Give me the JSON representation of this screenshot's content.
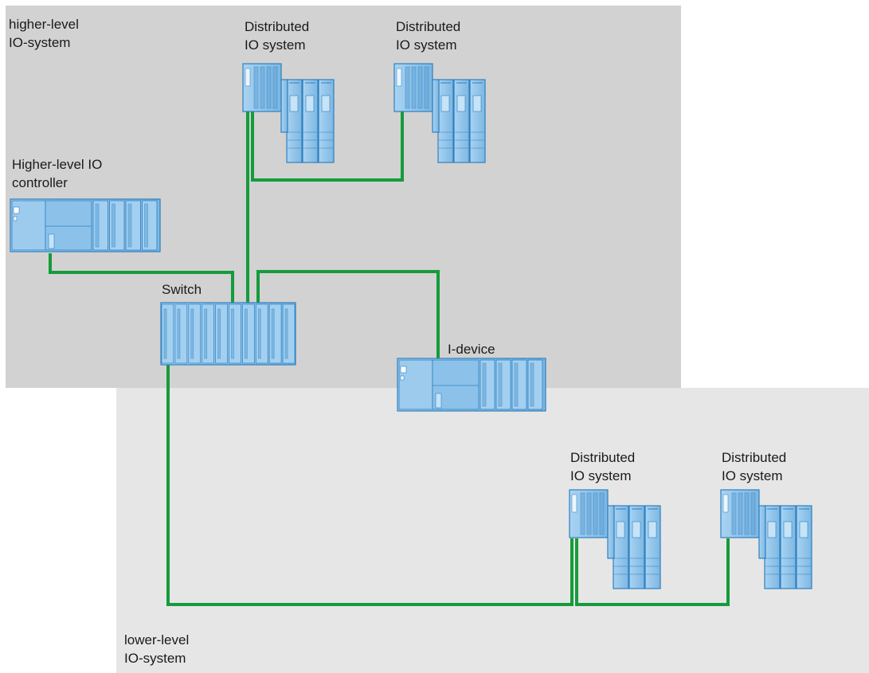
{
  "colors": {
    "higher_zone": "#d2d2d2",
    "lower_zone": "#e6e6e6",
    "cable": "#169b3c",
    "device_fill": "#8fc3e9",
    "device_stroke": "#2f7fbf",
    "device_dark": "#5fa3d8"
  },
  "zones": {
    "higher": {
      "line1": "higher-level",
      "line2": "IO-system"
    },
    "lower": {
      "line1": "lower-level",
      "line2": "IO-system"
    }
  },
  "labels": {
    "dist1": {
      "line1": "Distributed",
      "line2": "IO system"
    },
    "dist2": {
      "line1": "Distributed",
      "line2": "IO system"
    },
    "controller": {
      "line1": "Higher-level IO",
      "line2": "controller"
    },
    "switch": "Switch",
    "idevice": "I-device",
    "dist3": {
      "line1": "Distributed",
      "line2": "IO system"
    },
    "dist4": {
      "line1": "Distributed",
      "line2": "IO system"
    }
  }
}
